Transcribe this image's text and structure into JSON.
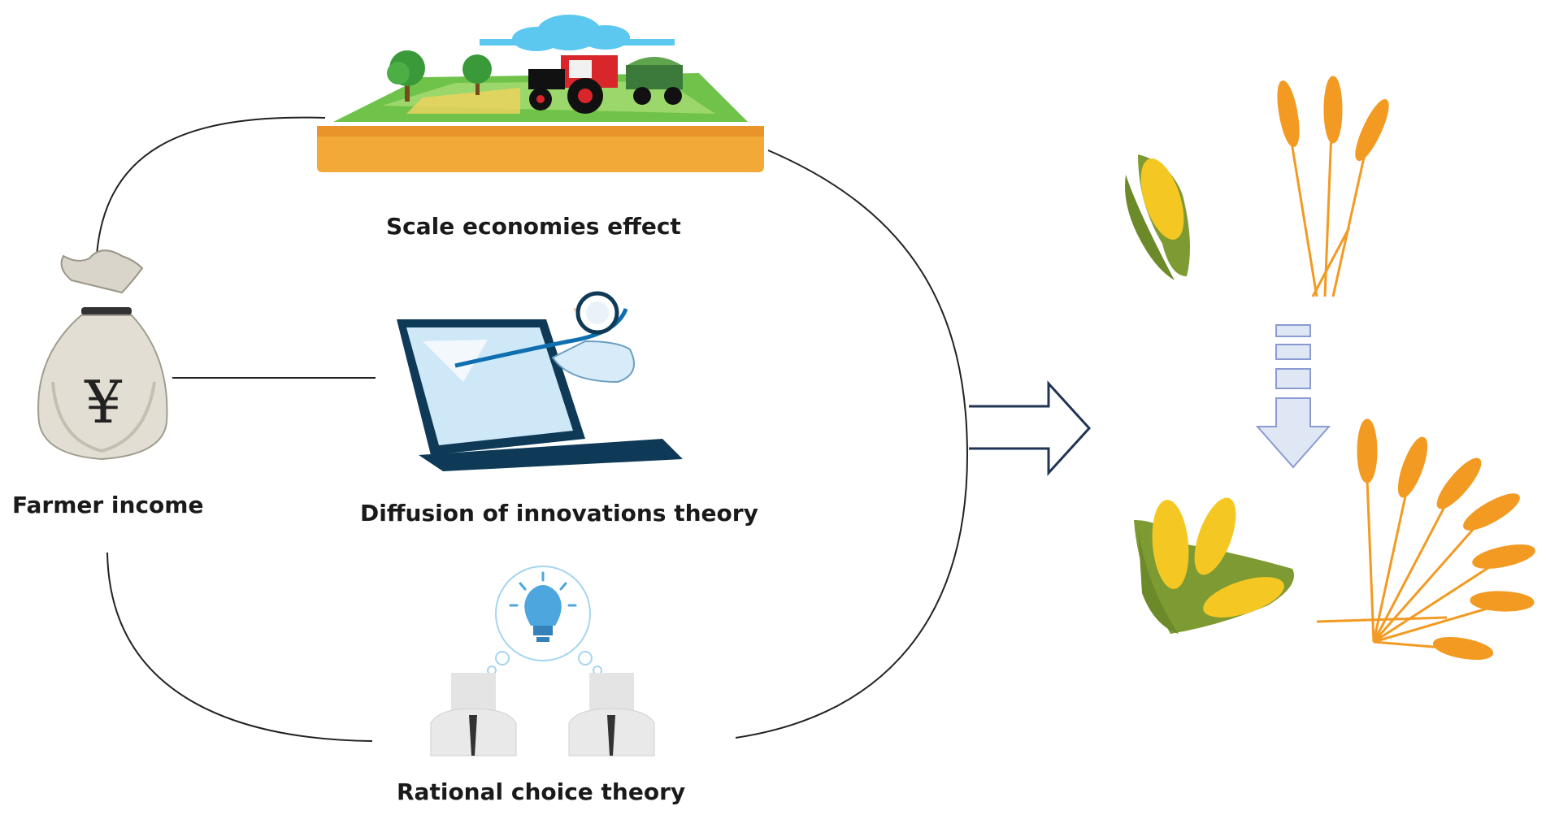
{
  "labels": {
    "farmer_income": "Farmer income",
    "scale_economies": "Scale economies effect",
    "diffusion": "Diffusion of innovations theory",
    "rational_choice": "Rational choice theory"
  },
  "money_bag": {
    "currency_symbol": "¥"
  },
  "colors": {
    "line": "#222222",
    "arrow_outline": "#1f3553",
    "down_arrow_fill": "#dfe6f4",
    "down_arrow_stroke": "#8a9bd2",
    "soil": "#f3a938",
    "grass": "#6fc24a",
    "tractor_red": "#d8262b",
    "laptop": "#0e3a57",
    "screen": "#cfe8f8",
    "bulb": "#4da6de",
    "corn_yellow": "#f5c722",
    "corn_husk": "#7d9a33",
    "wheat": "#f29a22"
  },
  "icons": [
    "money-bag-icon",
    "farm-field-icon",
    "tractor-icon",
    "laptop-stethoscope-icon",
    "lightbulb-icon",
    "people-icon",
    "corn-icon",
    "wheat-icon",
    "right-arrow-icon",
    "down-arrow-icon"
  ]
}
